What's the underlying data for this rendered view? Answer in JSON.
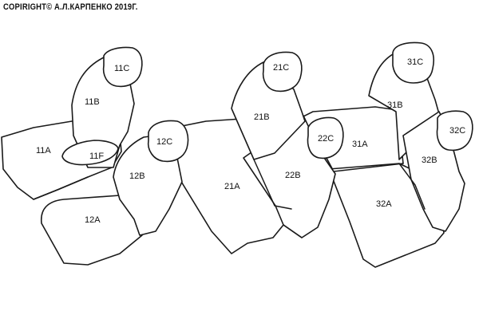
{
  "copyright": "COPIRIGHT© А.Л.КАРПЕНКО 2019Г.",
  "labels": {
    "p11C": "11C",
    "p11B": "11B",
    "p11A": "11A",
    "p11F": "11F",
    "p12C": "12C",
    "p12B": "12B",
    "p12A": "12A",
    "p21C": "21C",
    "p21B": "21B",
    "p21A": "21A",
    "p22C": "22C",
    "p22B": "22B",
    "p31C": "31C",
    "p31B": "31B",
    "p31A": "31A",
    "p32C": "32C",
    "p32B": "32B",
    "p32A": "32A"
  }
}
